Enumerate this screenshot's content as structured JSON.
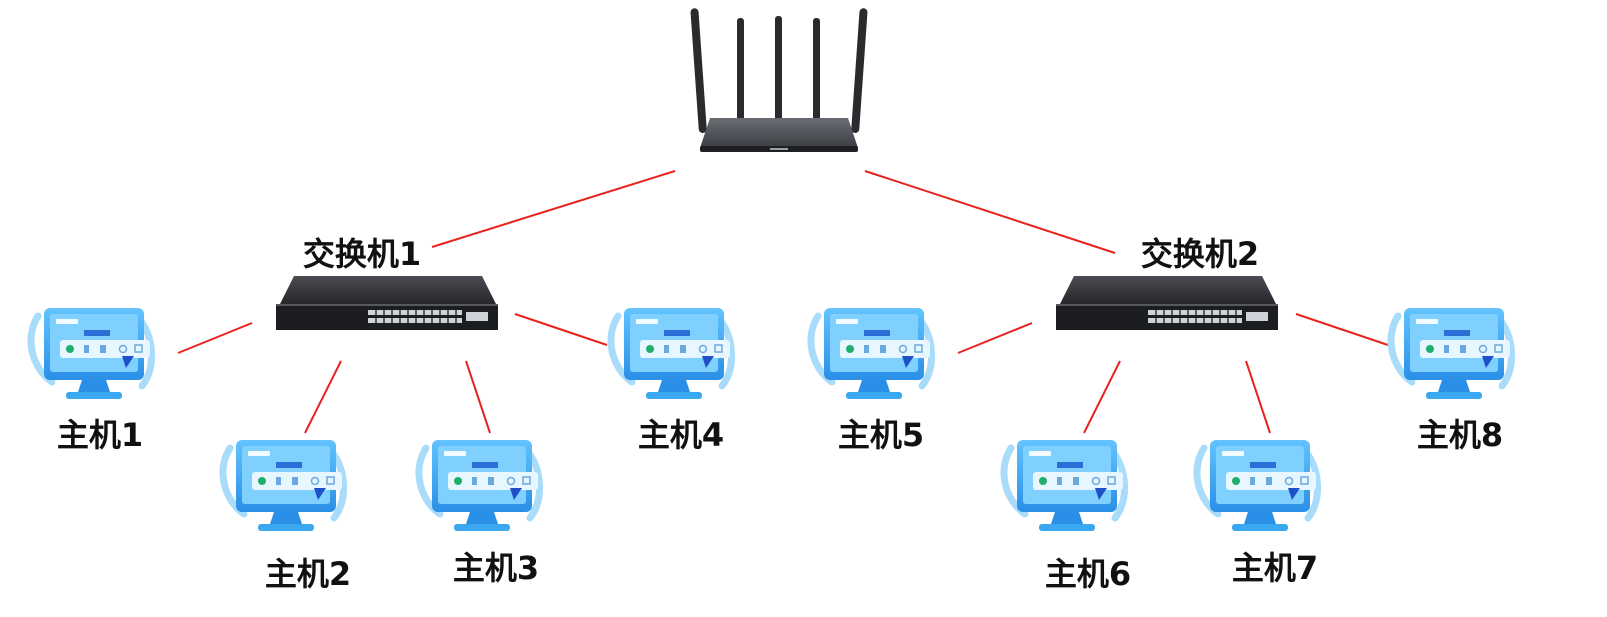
{
  "colors": {
    "link": "#e8231f",
    "device_dark": "#2f3136",
    "monitor_blue": "#3aa8f0",
    "monitor_light": "#bfe6ff",
    "label": "#111111"
  },
  "router": {
    "name": "",
    "icon": "wifi-router-icon"
  },
  "switches": [
    {
      "label": "交换机1",
      "icon": "network-switch-icon"
    },
    {
      "label": "交换机2",
      "icon": "network-switch-icon"
    }
  ],
  "hosts": [
    {
      "label": "主机1",
      "icon": "computer-monitor-icon"
    },
    {
      "label": "主机2",
      "icon": "computer-monitor-icon"
    },
    {
      "label": "主机3",
      "icon": "computer-monitor-icon"
    },
    {
      "label": "主机4",
      "icon": "computer-monitor-icon"
    },
    {
      "label": "主机5",
      "icon": "computer-monitor-icon"
    },
    {
      "label": "主机6",
      "icon": "computer-monitor-icon"
    },
    {
      "label": "主机7",
      "icon": "computer-monitor-icon"
    },
    {
      "label": "主机8",
      "icon": "computer-monitor-icon"
    }
  ]
}
